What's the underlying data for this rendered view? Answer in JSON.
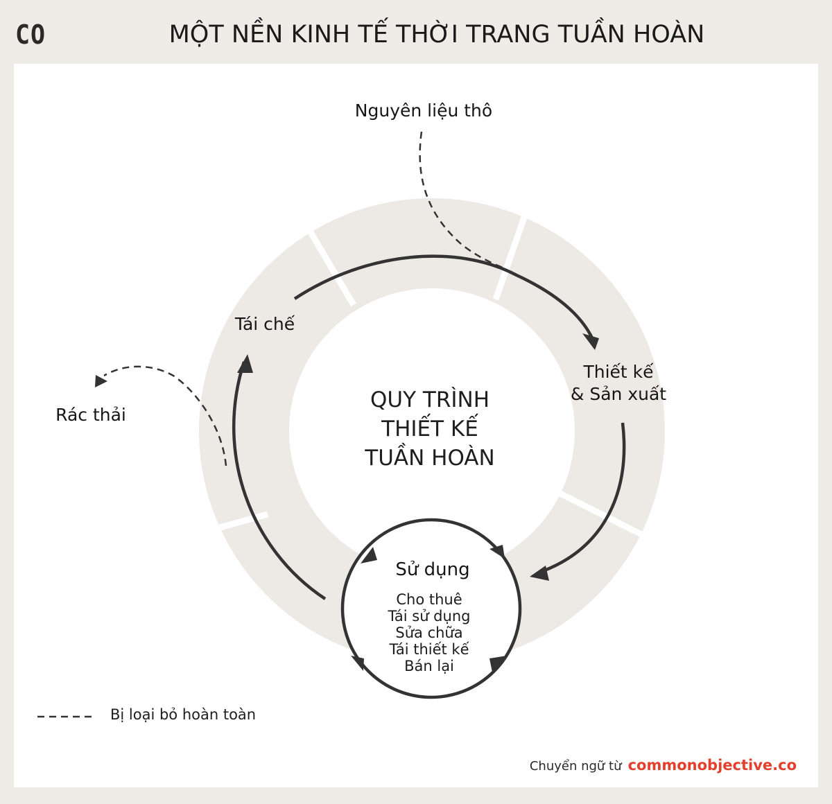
{
  "header": {
    "logo": "CO",
    "title": "MỘT NỀN KINH TẾ THỜI TRANG TUẦN HOÀN"
  },
  "diagram": {
    "center_title": [
      "QUY TRÌNH",
      "THIẾT KẾ",
      "TUẦN HOÀN"
    ],
    "raw_material": "Nguyên liệu thô",
    "recycle": "Tái chế",
    "waste": "Rác thải",
    "design_production": [
      "Thiết kế",
      "& Sản xuất"
    ],
    "usage": {
      "title": "Sử dụng",
      "items": [
        "Cho thuê",
        "Tái sử dụng",
        "Sửa chữa",
        "Tái thiết kế",
        "Bán lại"
      ]
    }
  },
  "legend": {
    "dashed_label": "Bị loại bỏ hoàn toàn"
  },
  "credit": {
    "prefix": "Chuyển ngữ từ",
    "brand": "commonobjective.co"
  },
  "colors": {
    "background": "#efebe7",
    "panel": "#ffffff",
    "ring": "#edeae6",
    "arrow": "#333333",
    "brand": "#e2402c"
  }
}
